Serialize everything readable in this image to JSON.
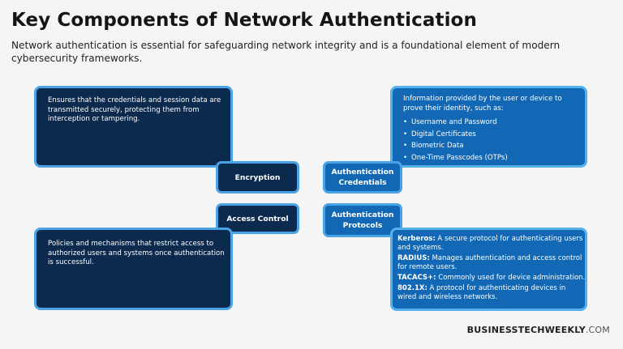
{
  "title": "Key Components of Network Authentication",
  "subtitle": "Network authentication is essential for safeguarding network integrity and is a foundational element of modern cybersecurity frameworks.",
  "encryption": {
    "label": "Encryption",
    "description": "Ensures that the credentials and session data are transmitted securely, protecting them from interception or tampering."
  },
  "credentials": {
    "label_line1": "Authentication",
    "label_line2": "Credentials",
    "intro": "Information provided by the user or device to prove their identity, such as:",
    "items": [
      "Username and Password",
      "Digital Certificates",
      "Biometric Data",
      "One-Time Passcodes (OTPs)"
    ]
  },
  "access_control": {
    "label": "Access Control",
    "description": "Policies and mechanisms that restrict access to authorized users and systems once authentication is successful."
  },
  "protocols": {
    "label_line1": "Authentication",
    "label_line2": "Protocols",
    "entries": [
      {
        "name": "Kerberos:",
        "desc": " A secure protocol for authenticating users and systems."
      },
      {
        "name": "RADIUS:",
        "desc": " Manages authentication and access control for remote users."
      },
      {
        "name": "TACACS+:",
        "desc": " Commonly used for device administration."
      },
      {
        "name": "802.1X:",
        "desc": " A protocol for authenticating devices in wired and wireless networks."
      }
    ]
  },
  "brand": {
    "bold": "BUSINESSTECHWEEKLY",
    "light": ".COM"
  },
  "bullet_char": "•",
  "colors": {
    "dark_box": "#0b2a4e",
    "blue_box": "#1268b5",
    "border": "#4aa3e6",
    "background": "#f5f5f5"
  }
}
